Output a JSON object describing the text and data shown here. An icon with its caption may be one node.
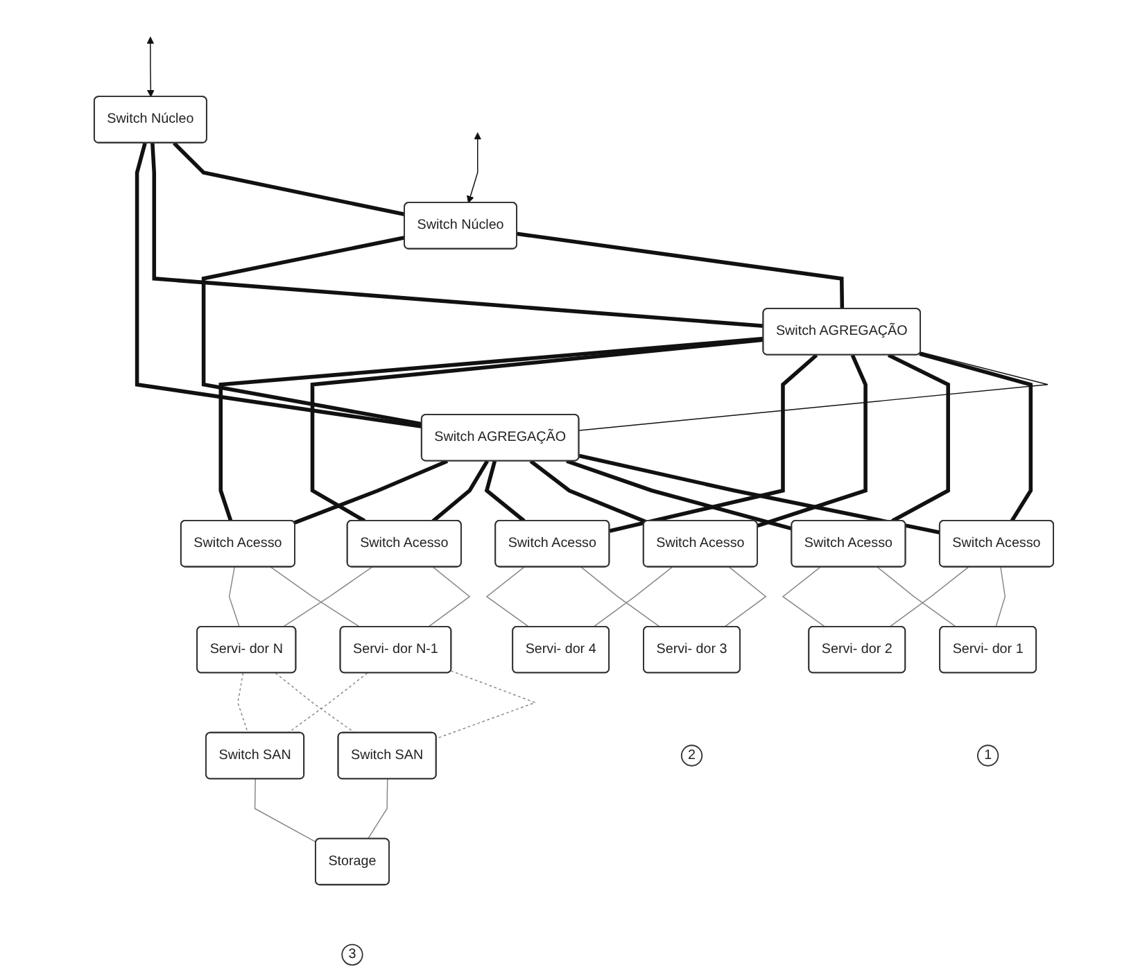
{
  "diagram": {
    "nodes": [
      {
        "text": [
          "Switch Núcleo"
        ]
      },
      {
        "text": [
          "Switch Núcleo"
        ]
      },
      {
        "text": [
          "Switch AGREGAÇÃO"
        ]
      },
      {
        "text": [
          "Switch AGREGAÇÃO"
        ]
      },
      {
        "text": [
          "Switch Acesso"
        ]
      },
      {
        "text": [
          "Switch Acesso"
        ]
      },
      {
        "text": [
          "Switch Acesso"
        ]
      },
      {
        "text": [
          "Switch Acesso"
        ]
      },
      {
        "text": [
          "Switch Acesso"
        ]
      },
      {
        "text": [
          "Switch Acesso"
        ]
      },
      {
        "text": [
          "Servi- dor 1"
        ]
      },
      {
        "text": [
          "Servi- dor 2"
        ]
      },
      {
        "text": [
          "Servi- dor 3"
        ]
      },
      {
        "text": [
          "Servi- dor 4"
        ]
      },
      {
        "text": [
          "Servi- dor N-1"
        ]
      },
      {
        "text": [
          "Servi- dor N"
        ]
      },
      {
        "text": [
          "Switch SAN"
        ]
      },
      {
        "text": [
          "Switch SAN"
        ]
      },
      {
        "text": [
          "Storage"
        ]
      },
      {
        "text": [
          "1"
        ]
      },
      {
        "text": [
          "2"
        ]
      },
      {
        "text": [
          "3"
        ]
      }
    ],
    "edges": [
      {
        "from": null,
        "to": 0,
        "arrow": "both"
      },
      {
        "from": null,
        "to": 1,
        "arrow": "both"
      },
      {
        "from": 0,
        "to": 1,
        "arrow": "none",
        "style": "thick"
      },
      {
        "from": 0,
        "to": 2,
        "arrow": "none",
        "style": "thick"
      },
      {
        "from": 0,
        "to": 3,
        "arrow": "none",
        "style": "thick"
      },
      {
        "from": 1,
        "to": 2,
        "arrow": "none",
        "style": "thick"
      },
      {
        "from": 1,
        "to": 3,
        "arrow": "none",
        "style": "thick"
      },
      {
        "from": 2,
        "to": 3,
        "arrow": "none"
      },
      {
        "from": 2,
        "to": 4,
        "arrow": "none",
        "style": "thick"
      },
      {
        "from": 2,
        "to": 5,
        "arrow": "none",
        "style": "thick"
      },
      {
        "from": 2,
        "to": 6,
        "arrow": "none",
        "style": "thick"
      },
      {
        "from": 2,
        "to": 7,
        "arrow": "none",
        "style": "thick"
      },
      {
        "from": 2,
        "to": 8,
        "arrow": "none",
        "style": "thick"
      },
      {
        "from": 2,
        "to": 9,
        "arrow": "none",
        "style": "thick"
      },
      {
        "from": 3,
        "to": 4,
        "arrow": "none",
        "style": "thick"
      },
      {
        "from": 3,
        "to": 5,
        "arrow": "none",
        "style": "thick"
      },
      {
        "from": 3,
        "to": 6,
        "arrow": "none",
        "style": "thick"
      },
      {
        "from": 3,
        "to": 7,
        "arrow": "none",
        "style": "thick"
      },
      {
        "from": 3,
        "to": 8,
        "arrow": "none",
        "style": "thick"
      },
      {
        "from": 3,
        "to": 9,
        "arrow": "none",
        "style": "thick"
      },
      {
        "from": 4,
        "to": 10,
        "arrow": "none",
        "color": "#888888"
      },
      {
        "from": 4,
        "to": 11,
        "arrow": "none",
        "color": "#888888"
      },
      {
        "from": 5,
        "to": 10,
        "arrow": "none",
        "color": "#888888"
      },
      {
        "from": 5,
        "to": 11,
        "arrow": "none",
        "color": "#888888"
      },
      {
        "from": 6,
        "to": 12,
        "arrow": "none",
        "color": "#888888"
      },
      {
        "from": 6,
        "to": 13,
        "arrow": "none",
        "color": "#888888"
      },
      {
        "from": 7,
        "to": 12,
        "arrow": "none",
        "color": "#888888"
      },
      {
        "from": 7,
        "to": 13,
        "arrow": "none",
        "color": "#888888"
      },
      {
        "from": 8,
        "to": 14,
        "arrow": "none",
        "color": "#888888"
      },
      {
        "from": 8,
        "to": 15,
        "arrow": "none",
        "color": "#888888"
      },
      {
        "from": 9,
        "to": 14,
        "arrow": "none",
        "color": "#888888"
      },
      {
        "from": 9,
        "to": 15,
        "arrow": "none",
        "color": "#888888"
      },
      {
        "from": 14,
        "to": 16,
        "arrow": "none",
        "style": "dashed",
        "color": "#888888"
      },
      {
        "from": 14,
        "to": 17,
        "arrow": "none",
        "style": "dashed",
        "color": "#888888"
      },
      {
        "from": 15,
        "to": 16,
        "arrow": "none",
        "style": "dashed",
        "color": "#888888"
      },
      {
        "from": 15,
        "to": 17,
        "arrow": "none",
        "style": "dashed",
        "color": "#888888"
      },
      {
        "from": 16,
        "to": 18,
        "arrow": "none",
        "color": "#888888"
      },
      {
        "from": 17,
        "to": 18,
        "arrow": "none",
        "color": "#888888"
      }
    ]
  }
}
